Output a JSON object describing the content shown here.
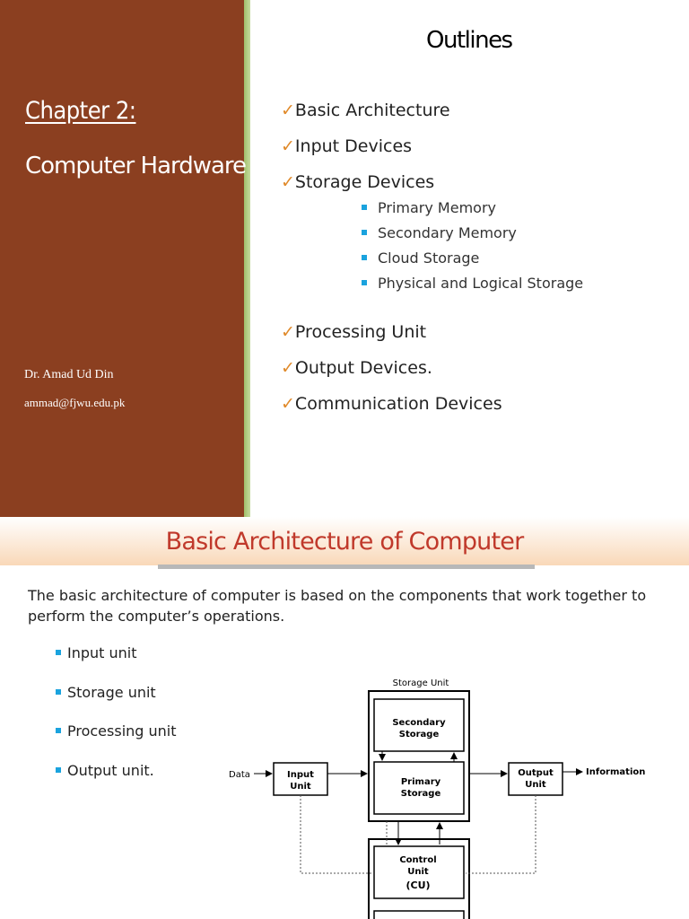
{
  "slide1": {
    "chapter_label": "Chapter 2:",
    "chapter_title": "Computer Hardware",
    "author": "Dr. Amad Ud Din",
    "email": "ammad@fjwu.edu.pk",
    "outlines_title": "Outlines",
    "check_mark": "✓",
    "items_a": [
      "Basic Architecture",
      "Input Devices",
      "Storage Devices"
    ],
    "sub_items": [
      "Primary Memory",
      "Secondary Memory",
      "Cloud Storage",
      "Physical and Logical Storage"
    ],
    "items_b": [
      "Processing Unit",
      "Output Devices.",
      "Communication Devices"
    ]
  },
  "slide2": {
    "title": "Basic Architecture of Computer",
    "intro": "The basic architecture of computer is based on the components that work together to perform the computer’s operations.",
    "units": [
      "Input unit",
      "Storage unit",
      "Processing unit",
      "Output unit."
    ],
    "diagram": {
      "storage_unit": "Storage Unit",
      "secondary_line1": "Secondary",
      "secondary_line2": "Storage",
      "primary_line1": "Primary",
      "primary_line2": "Storage",
      "input_line1": "Input",
      "input_line2": "Unit",
      "output_line1": "Output",
      "output_line2": "Unit",
      "data": "Data",
      "information": "Information",
      "control_line1": "Control",
      "control_line2": "Unit",
      "control_line3": "(CU)"
    }
  }
}
